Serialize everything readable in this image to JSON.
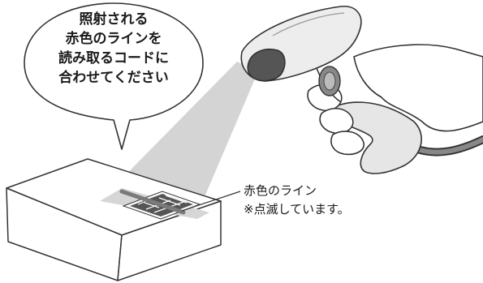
{
  "bubble": {
    "lines": [
      "照射される",
      "赤色のラインを",
      "読み取るコードに",
      "合わせてください"
    ]
  },
  "callout": {
    "line1": "赤色のライン",
    "line2": "※点滅しています。"
  },
  "colors": {
    "beam": "#cfcfcf",
    "red_line": "#7a7a7a",
    "stroke": "#333333",
    "device_body": "#ededed"
  }
}
